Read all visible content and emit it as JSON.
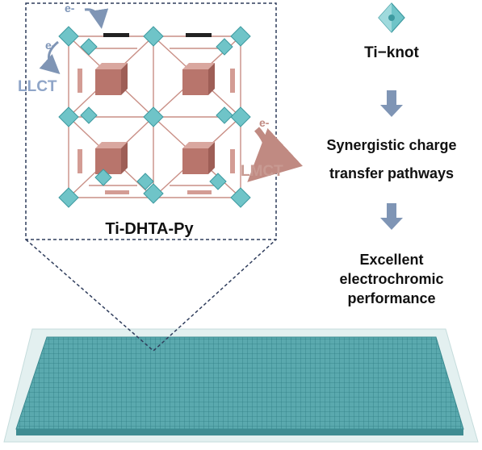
{
  "figure": {
    "ti_knot_label": "Ti−knot",
    "mof_name": "Ti-DHTA-Py",
    "llct_label": "LLCT",
    "lmct_label": "LMCT",
    "electron_label": "e-",
    "pathway_line1": "Synergistic charge",
    "pathway_line2": "transfer pathways",
    "result_line1": "Excellent",
    "result_line2": "electrochromic",
    "result_line3": "performance"
  },
  "colors": {
    "ti_knot": "#6fc4c8",
    "linker": "#c98f86",
    "core_cube": "#b8756c",
    "arrow": "#7f95b5",
    "film": "#4a9fa5",
    "substrate": "#d9ecec",
    "dashed_box": "#2f3d5c"
  },
  "icons": [
    "ti-knot-icon",
    "down-arrow-icon",
    "electron-arrow-icon",
    "film-substrate-icon"
  ]
}
